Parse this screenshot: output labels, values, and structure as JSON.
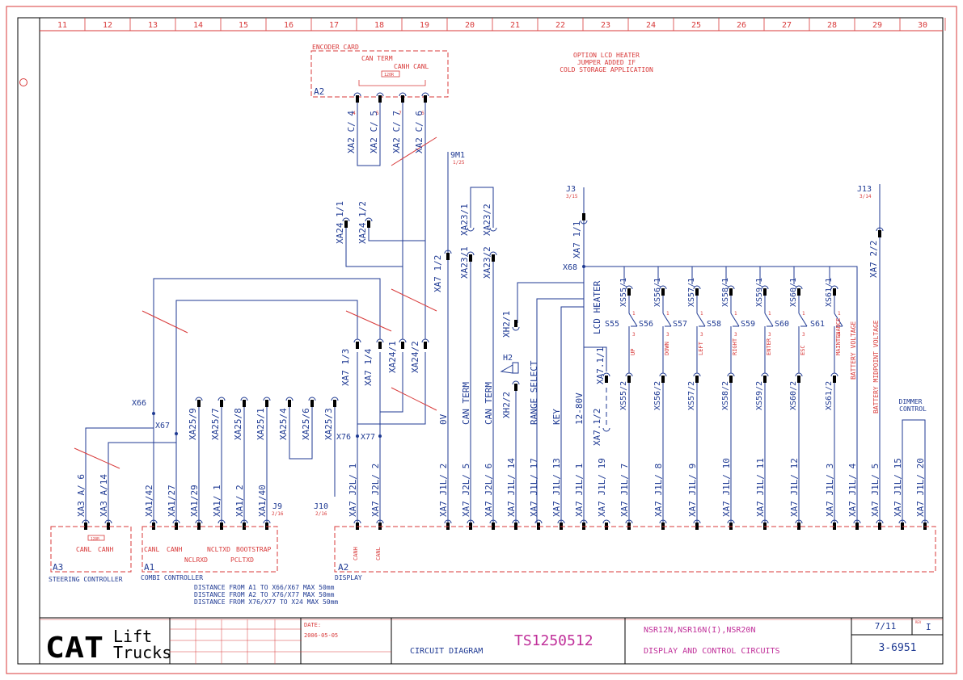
{
  "zones": [
    "11",
    "12",
    "13",
    "14",
    "15",
    "16",
    "17",
    "18",
    "19",
    "20",
    "21",
    "22",
    "23",
    "24",
    "25",
    "26",
    "27",
    "28",
    "29",
    "30"
  ],
  "encoder": {
    "name": "ENCODER CARD",
    "can_term": "CAN TERM",
    "canh_canl": "CANH CANL",
    "resistor": "120R",
    "ref": "A2",
    "pins": [
      "XA2 C/ 4",
      "XA2 C/ 5",
      "XA2 C/ 7",
      "XA2 C/ 6"
    ],
    "pin_nums": [
      "4",
      "5",
      "7",
      "6"
    ]
  },
  "option_note": [
    "OPTION LCD HEATER",
    "JUMPER ADDED IF",
    "COLD STORAGE APPLICATION"
  ],
  "refs": {
    "9m1": "9M1",
    "9m1_sub": "1/25",
    "j3": "J3",
    "j3_sub": "3/15",
    "j13": "J13",
    "j13_sub": "3/14",
    "j9": "J9",
    "j9_sub": "2/16",
    "j10": "J10",
    "j10_sub": "2/16",
    "x66": "X66",
    "x67": "X67",
    "x68": "X68",
    "x76": "X76",
    "x77": "X77",
    "h2": "H2"
  },
  "upper_pins": [
    "XA24 1/1",
    "XA24 1/2",
    "XA7 1/2",
    "XA23/1",
    "XA23/2",
    "XA7 1/1",
    "XA7 2/2",
    "XH2/1",
    "XH2/2",
    "XA7 1/3",
    "XA7 1/4",
    "XA24/1",
    "XA24/2",
    "XA7.1/1",
    "XA7.1/2"
  ],
  "mid_pins": [
    "XA25/9",
    "XA25/7",
    "XA25/8",
    "XA25/1",
    "XA25/4",
    "XA25/6",
    "XA25/3"
  ],
  "a3_pins": [
    "XA3 A/ 6",
    "XA3 A/14"
  ],
  "a1_pins": [
    "XA1/42",
    "XA1/27",
    "XA1/29",
    "XA1/ 1",
    "XA1/ 2",
    "XA1/40"
  ],
  "a2_pins_left": [
    "XA7 J2L/ 1",
    "XA7 J2L/ 2"
  ],
  "a2_pins": [
    "XA7 J1L/ 2",
    "XA7 J2L/ 5",
    "XA7 J2L/ 6",
    "XA7 J1L/ 14",
    "XA7 J1L/ 17",
    "XA7 J1L/ 13",
    "XA7 J1L/ 1",
    "XA7 J1L/ 19",
    "XA7 J1L/ 7",
    "XA7 J1L/ 8",
    "XA7 J1L/ 9",
    "XA7 J1L/ 10",
    "XA7 J1L/ 11",
    "XA7 J1L/ 12",
    "XA7 J1L/ 3",
    "XA7 J1L/ 4",
    "XA7 J1L/ 5",
    "XA7 J1L/ 15",
    "XA7 J1L/ 20"
  ],
  "wire_labels": [
    "0V",
    "CAN TERM",
    "CAN TERM",
    "RANGE SELECT",
    "KEY",
    "12-80V",
    "LCD HEATER",
    "BATTERY VOLTAGE",
    "BATTERY MIDPOINT VOLTAGE"
  ],
  "switches": [
    {
      "name": "S55",
      "plug": "XS55/1",
      "plug2": "XS55/2",
      "label": "UP"
    },
    {
      "name": "S56",
      "plug": "XS56/1",
      "plug2": "XS56/2",
      "label": "DOWN"
    },
    {
      "name": "S57",
      "plug": "XS57/1",
      "plug2": "XS57/2",
      "label": "LEFT"
    },
    {
      "name": "S58",
      "plug": "XS58/1",
      "plug2": "XS58/2",
      "label": "RIGHT"
    },
    {
      "name": "S59",
      "plug": "XS59/1",
      "plug2": "XS59/2",
      "label": "ENTER"
    },
    {
      "name": "S60",
      "plug": "XS60/1",
      "plug2": "XS60/2",
      "label": "ESC"
    },
    {
      "name": "S61",
      "plug": "XS61/1",
      "plug2": "XS61/2",
      "label": "MAINTENANCE"
    }
  ],
  "switch_terms": {
    "t1": "1",
    "t3": "3"
  },
  "a3": {
    "ref": "A3",
    "name": "STEERING CONTROLLER",
    "canl": "CANL",
    "canh": "CANH",
    "resistor": "120R"
  },
  "a1": {
    "ref": "A1",
    "name": "COMBI CONTROLLER",
    "canl": "CANL",
    "canh": "CANH",
    "nclrxd": "NCLRXD",
    "ncltxd": "NCLTXD",
    "bootstrap": "BOOTSTRAP",
    "pcltxd": "PCLTXD"
  },
  "a2_display": {
    "ref": "A2",
    "name": "DISPLAY",
    "canh": "CANH",
    "canl": "CANL"
  },
  "dimmer": [
    "DIMMER",
    "CONTROL"
  ],
  "notes": [
    "DISTANCE FROM A1 TO X66/X67 MAX 50mm",
    "DISTANCE FROM A2 TO X76/X77 MAX 50mm",
    "DISTANCE FROM X76/X77 TO X24 MAX 50mm"
  ],
  "title_block": {
    "brand_cat": "CAT",
    "brand_lift": "Lift",
    "brand_trucks": "Trucks",
    "date_label": "DATE:",
    "date": "2006-05-05",
    "doc_type": "CIRCUIT DIAGRAM",
    "doc_number": "TS1250512",
    "models": "NSR12N,NSR16N(I),NSR20N",
    "title": "DISPLAY AND CONTROL CIRCUITS",
    "page": "7/11",
    "rev_label": "REV",
    "rev": "I",
    "sheet_no": "3-6951"
  },
  "colors": {
    "wire": "#1f3a93",
    "frame": "#d83a3a",
    "text_magenta": "#c0309a"
  }
}
